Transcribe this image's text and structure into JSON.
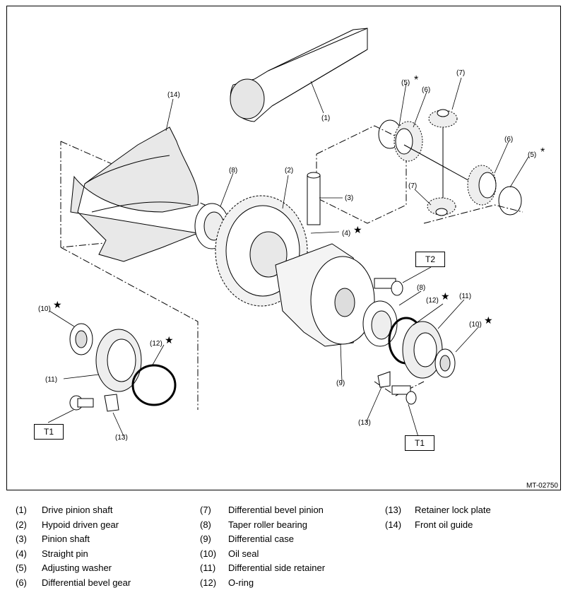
{
  "figure_id": "MT-02750",
  "callouts": [
    {
      "label": "(1)"
    },
    {
      "label": "(2)"
    },
    {
      "label": "(3)"
    },
    {
      "label": "(4)"
    },
    {
      "label": "(5)"
    },
    {
      "label": "(5)"
    },
    {
      "label": "(6)"
    },
    {
      "label": "(6)"
    },
    {
      "label": "(7)"
    },
    {
      "label": "(7)"
    },
    {
      "label": "(8)"
    },
    {
      "label": "(8)"
    },
    {
      "label": "(9)"
    },
    {
      "label": "(10)"
    },
    {
      "label": "(10)"
    },
    {
      "label": "(11)"
    },
    {
      "label": "(11)"
    },
    {
      "label": "(12)"
    },
    {
      "label": "(12)"
    },
    {
      "label": "(13)"
    },
    {
      "label": "(13)"
    },
    {
      "label": "(14)"
    }
  ],
  "tools": [
    "T1",
    "T2",
    "T1"
  ],
  "marks": {
    "star": "★",
    "asterisk": "*"
  },
  "legend": [
    [
      {
        "num": "(1)",
        "text": "Drive pinion shaft"
      },
      {
        "num": "(2)",
        "text": "Hypoid driven gear"
      },
      {
        "num": "(3)",
        "text": "Pinion shaft"
      },
      {
        "num": "(4)",
        "text": "Straight pin"
      },
      {
        "num": "(5)",
        "text": "Adjusting washer"
      },
      {
        "num": "(6)",
        "text": "Differential bevel gear"
      }
    ],
    [
      {
        "num": "(7)",
        "text": "Differential bevel pinion"
      },
      {
        "num": "(8)",
        "text": "Taper roller bearing"
      },
      {
        "num": "(9)",
        "text": "Differential case"
      },
      {
        "num": "(10)",
        "text": "Oil seal"
      },
      {
        "num": "(11)",
        "text": "Differential side retainer"
      },
      {
        "num": "(12)",
        "text": "O-ring"
      }
    ],
    [
      {
        "num": "(13)",
        "text": "Retainer lock plate"
      },
      {
        "num": "(14)",
        "text": "Front oil guide"
      }
    ]
  ]
}
